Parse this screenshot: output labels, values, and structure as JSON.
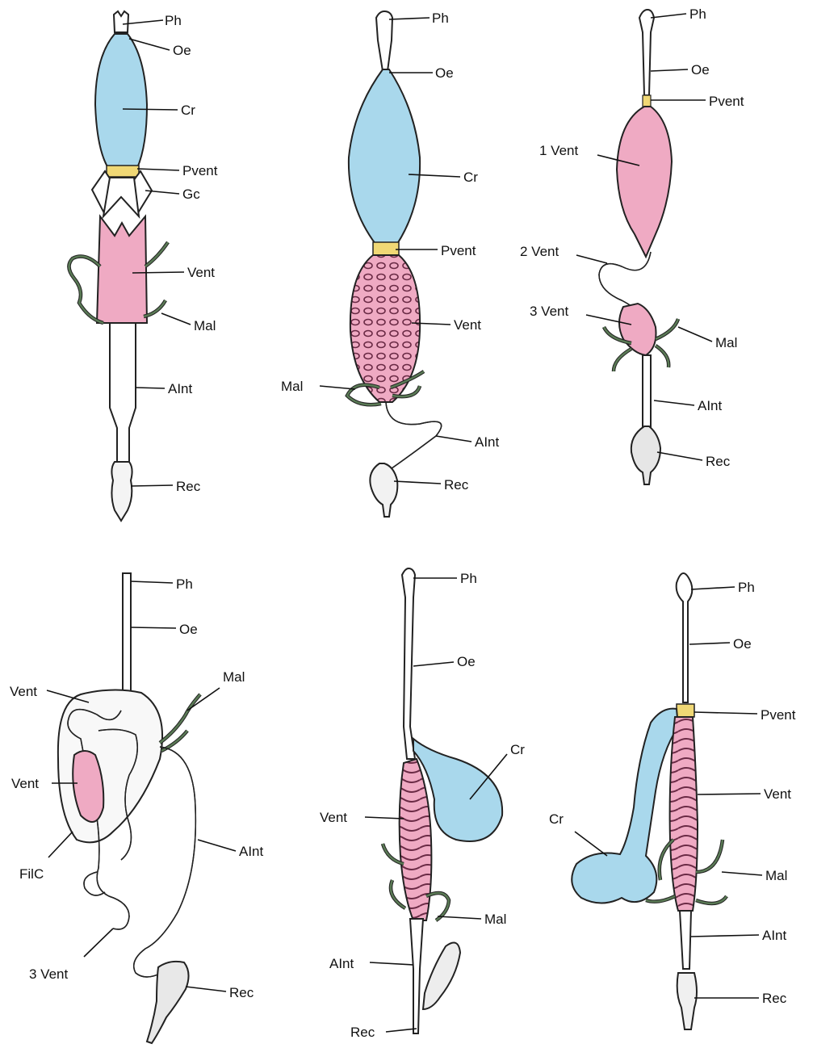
{
  "colors": {
    "crop": "#a9d8ec",
    "ventriculus": "#efaac3",
    "proventriculus": "#f0d875",
    "malpighian": "#9dbf8e",
    "outline": "#222222",
    "background": "#ffffff"
  },
  "panels": [
    {
      "id": "a",
      "labels": {
        "ph": "Ph",
        "oe": "Oe",
        "cr": "Cr",
        "pvent": "Pvent",
        "gc": "Gc",
        "vent": "Vent",
        "mal": "Mal",
        "aint": "AInt",
        "rec": "Rec"
      }
    },
    {
      "id": "b",
      "labels": {
        "ph": "Ph",
        "oe": "Oe",
        "cr": "Cr",
        "pvent": "Pvent",
        "vent": "Vent",
        "mal": "Mal",
        "aint": "AInt",
        "rec": "Rec"
      }
    },
    {
      "id": "c",
      "labels": {
        "ph": "Ph",
        "oe": "Oe",
        "pvent": "Pvent",
        "vent1": "1 Vent",
        "vent2": "2 Vent",
        "vent3": "3 Vent",
        "mal": "Mal",
        "aint": "AInt",
        "rec": "Rec"
      }
    },
    {
      "id": "d",
      "labels": {
        "ph": "Ph",
        "oe": "Oe",
        "mal": "Mal",
        "vent_a": "Vent",
        "vent_b": "Vent",
        "filc": "FilC",
        "aint": "AInt",
        "vent3": "3 Vent",
        "rec": "Rec"
      }
    },
    {
      "id": "e",
      "labels": {
        "ph": "Ph",
        "oe": "Oe",
        "cr": "Cr",
        "vent": "Vent",
        "mal": "Mal",
        "aint": "AInt",
        "rec": "Rec"
      }
    },
    {
      "id": "f",
      "labels": {
        "ph": "Ph",
        "oe": "Oe",
        "pvent": "Pvent",
        "vent": "Vent",
        "cr": "Cr",
        "mal": "Mal",
        "aint": "AInt",
        "rec": "Rec"
      }
    }
  ]
}
